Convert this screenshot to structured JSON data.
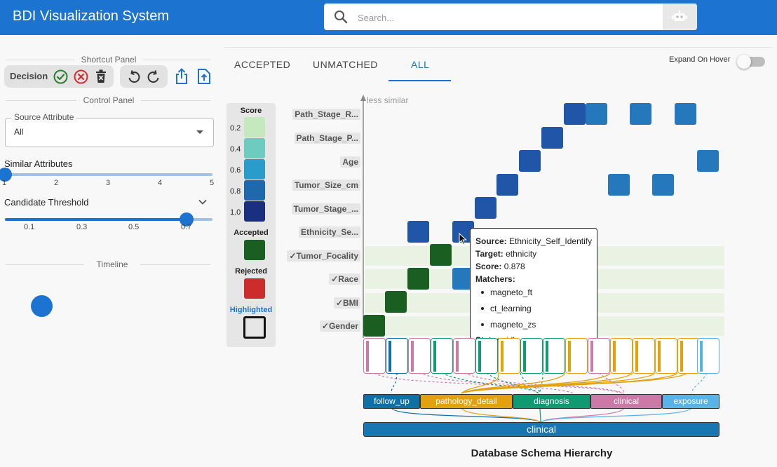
{
  "app": {
    "title": "BDI Visualization System"
  },
  "search": {
    "placeholder": "Search..."
  },
  "sidebar": {
    "shortcut_panel": "Shortcut Panel",
    "decision_label": "Decision",
    "control_panel": "Control Panel",
    "source_attribute": {
      "label": "Source Attribute",
      "value": "All"
    },
    "similar_attributes": {
      "label": "Similar Attributes",
      "ticks": [
        "1",
        "2",
        "3",
        "4",
        "5"
      ],
      "value": 1
    },
    "candidate_threshold": {
      "label": "Candidate Threshold",
      "ticks": [
        "0.1",
        "0.3",
        "0.5",
        "0.7"
      ],
      "value": 0.7
    },
    "timeline": "Timeline"
  },
  "tabs": [
    {
      "label": "ACCEPTED"
    },
    {
      "label": "UNMATCHED"
    },
    {
      "label": "ALL",
      "active": true
    }
  ],
  "expand_on_hover": {
    "label": "Expand On Hover",
    "checked": false
  },
  "legend": {
    "score_title": "Score",
    "score_values": [
      "0.2",
      "0.4",
      "0.6",
      "0.8",
      "1.0"
    ],
    "score_colors": [
      "#c5e8bf",
      "#6ecbbf",
      "#2a9ccb",
      "#2068ac",
      "#1b2f80"
    ],
    "accepted": {
      "label": "Accepted",
      "color": "#1a5e22"
    },
    "rejected": {
      "label": "Rejected",
      "color": "#cc2c2c"
    },
    "highlighted": {
      "label": "Highlighted"
    }
  },
  "heatmap": {
    "axis_label": "less similar",
    "rows": [
      "Path_Stage_R...",
      "Path_Stage_P...",
      "Age",
      "Tumor_Size_cm",
      "Tumor_Stage_...",
      "Ethnicity_Se...",
      "✓Tumor_Focality",
      "✓Race",
      "✓BMI",
      "✓Gender"
    ],
    "colors": {
      "high": "#2155a7",
      "mid": "#2478bb",
      "accepted": "#1a5e22"
    }
  },
  "tooltip": {
    "source_key": "Source:",
    "source": "Ethnicity_Self_Identify",
    "target_key": "Target:",
    "target": "ethnicity",
    "score_key": "Score:",
    "score": "0.878",
    "matchers_key": "Matchers:",
    "matchers": [
      "magneto_ft",
      "ct_learning",
      "magneto_zs"
    ],
    "status_key": "Status:",
    "status": "idle"
  },
  "schema": {
    "categories": [
      {
        "label": "follow_up",
        "color": "#0f6fa7"
      },
      {
        "label": "pathology_detail",
        "color": "#e3a110"
      },
      {
        "label": "diagnosis",
        "color": "#0f9a72"
      },
      {
        "label": "clinical",
        "color": "#cc79a7"
      },
      {
        "label": "exposure",
        "color": "#58b3e8"
      }
    ],
    "root": "clinical",
    "title": "Database Schema Hierarchy"
  }
}
